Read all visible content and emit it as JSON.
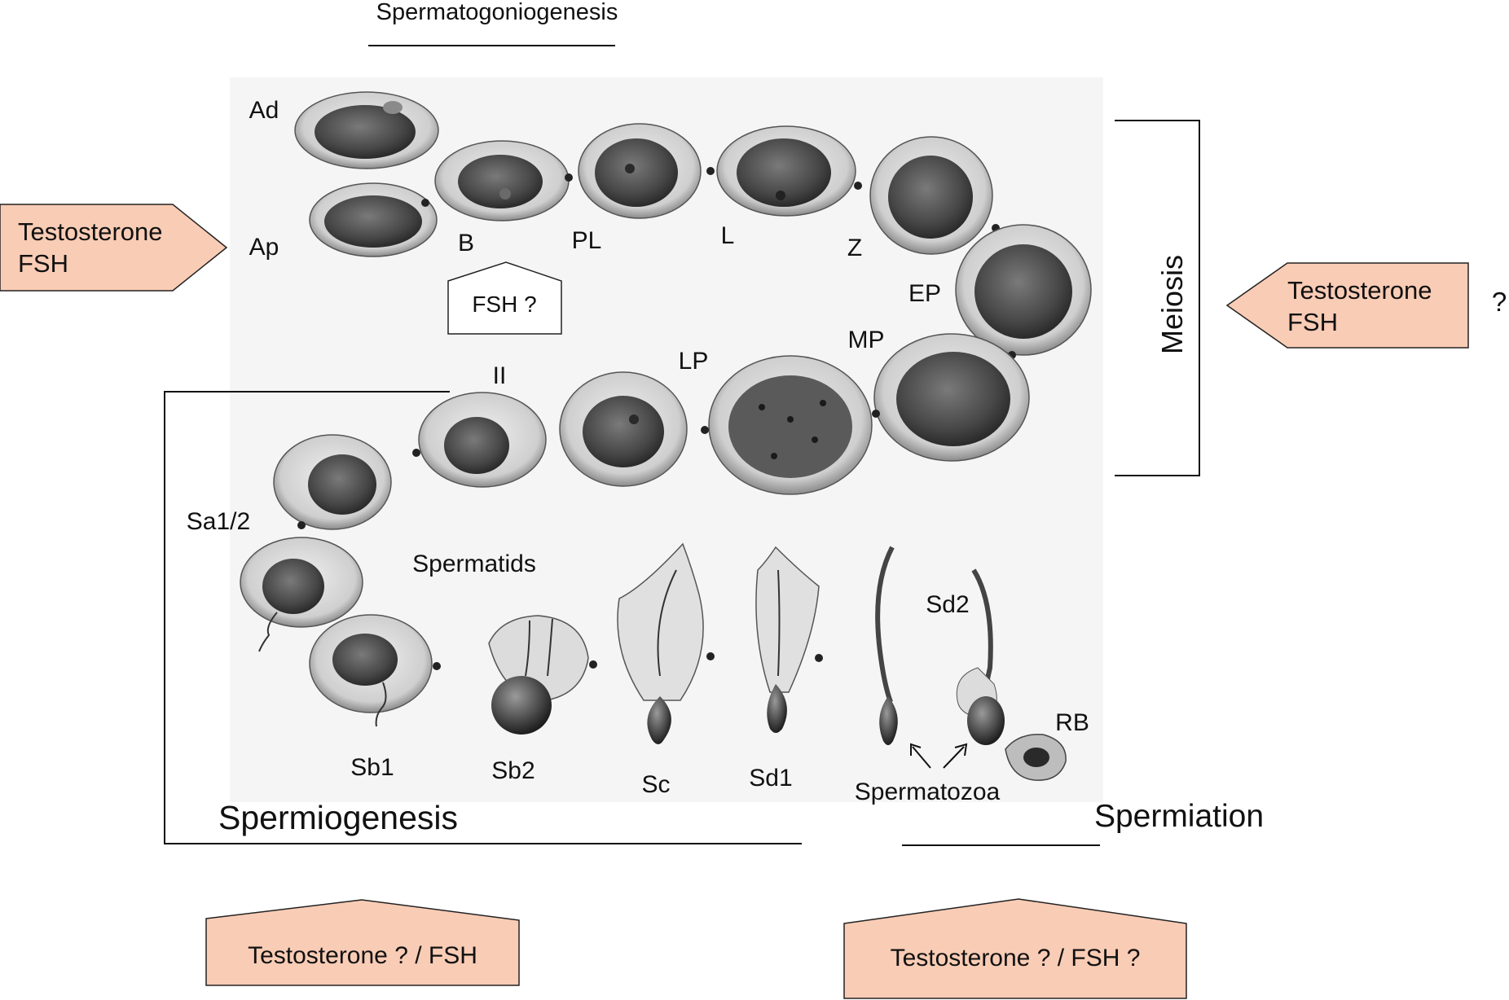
{
  "title": "Spermatogoniogenesis",
  "sections": {
    "meiosis": "Meiosis",
    "spermiogenesis": "Spermiogenesis",
    "spermiation": "Spermiation"
  },
  "hormone_boxes": {
    "left": [
      "Testosterone",
      "FSH"
    ],
    "right": [
      "Testosterone",
      "FSH"
    ],
    "right_question": "?",
    "fsh_small": "FSH ?",
    "bottom_left": "Testosterone ? / FSH",
    "bottom_right": "Testosterone ? / FSH ?"
  },
  "cell_labels": {
    "ad": "Ad",
    "ap": "Ap",
    "b": "B",
    "pl": "PL",
    "l": "L",
    "z": "Z",
    "ep": "EP",
    "mp": "MP",
    "lp": "LP",
    "ii": "II",
    "sa12": "Sa1/2",
    "spermatids": "Spermatids",
    "sb1": "Sb1",
    "sb2": "Sb2",
    "sc": "Sc",
    "sd1": "Sd1",
    "sd2": "Sd2",
    "rb": "RB",
    "spermatozoa": "Spermatozoa"
  },
  "colors": {
    "hormone_box_fill": "#f9ccb5",
    "cell_ring": "#d2d2d2",
    "nucleus": "#4f4f4f",
    "panel": "#f5f5f5"
  }
}
